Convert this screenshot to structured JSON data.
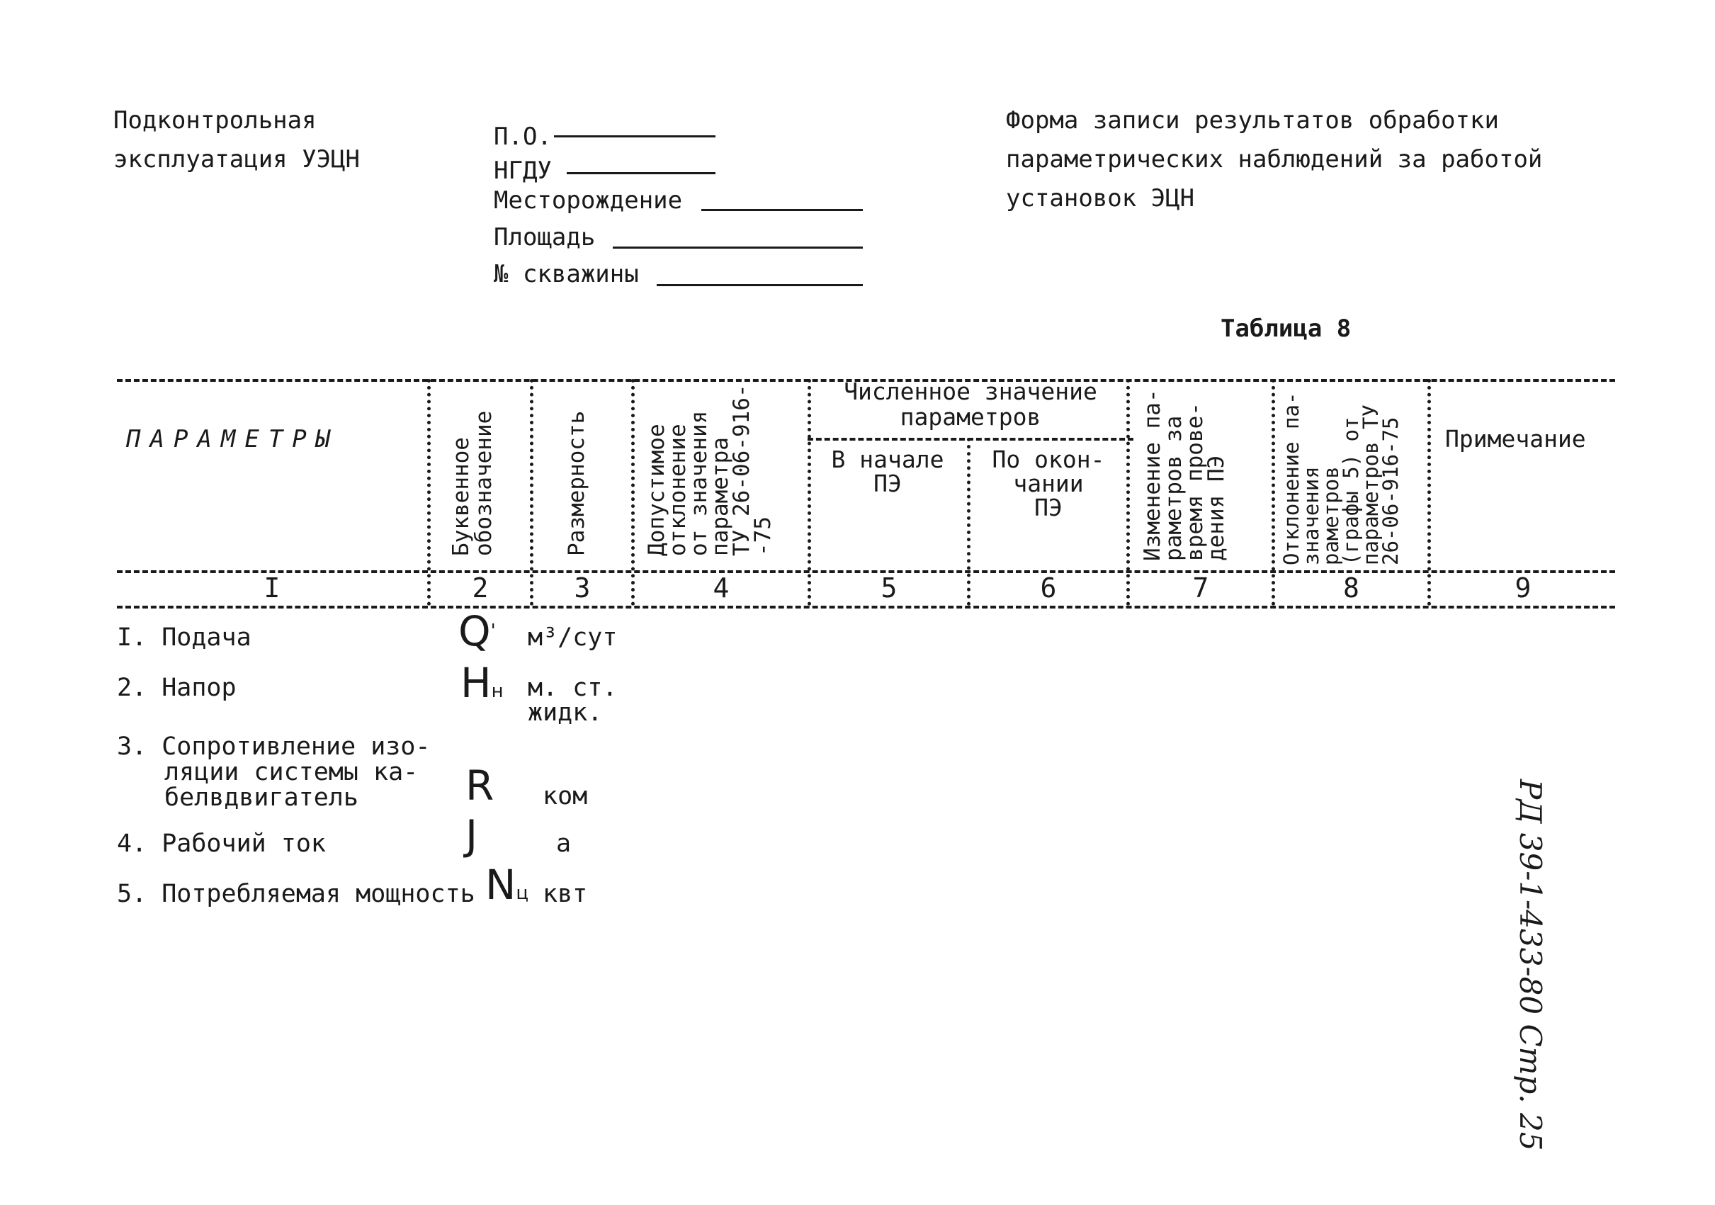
{
  "header": {
    "left": [
      "Подконтрольная",
      "эксплуатация УЭЦН"
    ],
    "fields": [
      "П.О.",
      "НГДУ",
      "Месторождение",
      "Площадь",
      "№ скважины"
    ],
    "right": [
      "Форма записи результатов обработки",
      "параметрических наблюдений за работой",
      "установок ЭЦН"
    ]
  },
  "table_title": "Таблица 8",
  "columns": {
    "c1": "ПАРАМЕТРЫ",
    "c2": [
      "Буквенное",
      "обозначение"
    ],
    "c3": "Размерность",
    "c4": [
      "Допустимое",
      "отклонение",
      "от значения",
      "параметра",
      "ТУ 26-06-916-",
      "-75"
    ],
    "group": [
      "Численное значение",
      "параметров"
    ],
    "c5": [
      "В начале",
      "ПЭ"
    ],
    "c6": [
      "По окон-",
      "чании",
      "ПЭ"
    ],
    "c7": [
      "Изменение па-",
      "раметров за",
      "время прове-",
      "дения ПЭ"
    ],
    "c8": [
      "Отклонение па-",
      "значения",
      "раметров",
      "(графы 5) от",
      "параметров ТУ",
      "26-06-916-75"
    ],
    "c9": "Примечание"
  },
  "column_numbers": [
    "I",
    "2",
    "3",
    "4",
    "5",
    "6",
    "7",
    "8",
    "9"
  ],
  "rows": [
    {
      "name": [
        "I. Подача"
      ],
      "symbol": "Q",
      "symbol_mark": "'",
      "unit": [
        "м³/сут"
      ]
    },
    {
      "name": [
        "2. Напор"
      ],
      "symbol": "H",
      "symbol_sub": "н",
      "unit": [
        "м. ст.",
        "жидк."
      ]
    },
    {
      "name": [
        "3. Сопротивление изо-",
        "ляции системы ка-",
        "белвдвигатель"
      ],
      "symbol": "R",
      "unit": [
        "ком"
      ]
    },
    {
      "name": [
        "4. Рабочий ток"
      ],
      "symbol": "J",
      "unit": [
        "а"
      ]
    },
    {
      "name": [
        "5. Потребляемая мощность"
      ],
      "symbol": "N",
      "symbol_sub": "ц",
      "unit": [
        "квт"
      ]
    }
  ],
  "side_note": "РД 39-1-433-80 Стр. 25"
}
